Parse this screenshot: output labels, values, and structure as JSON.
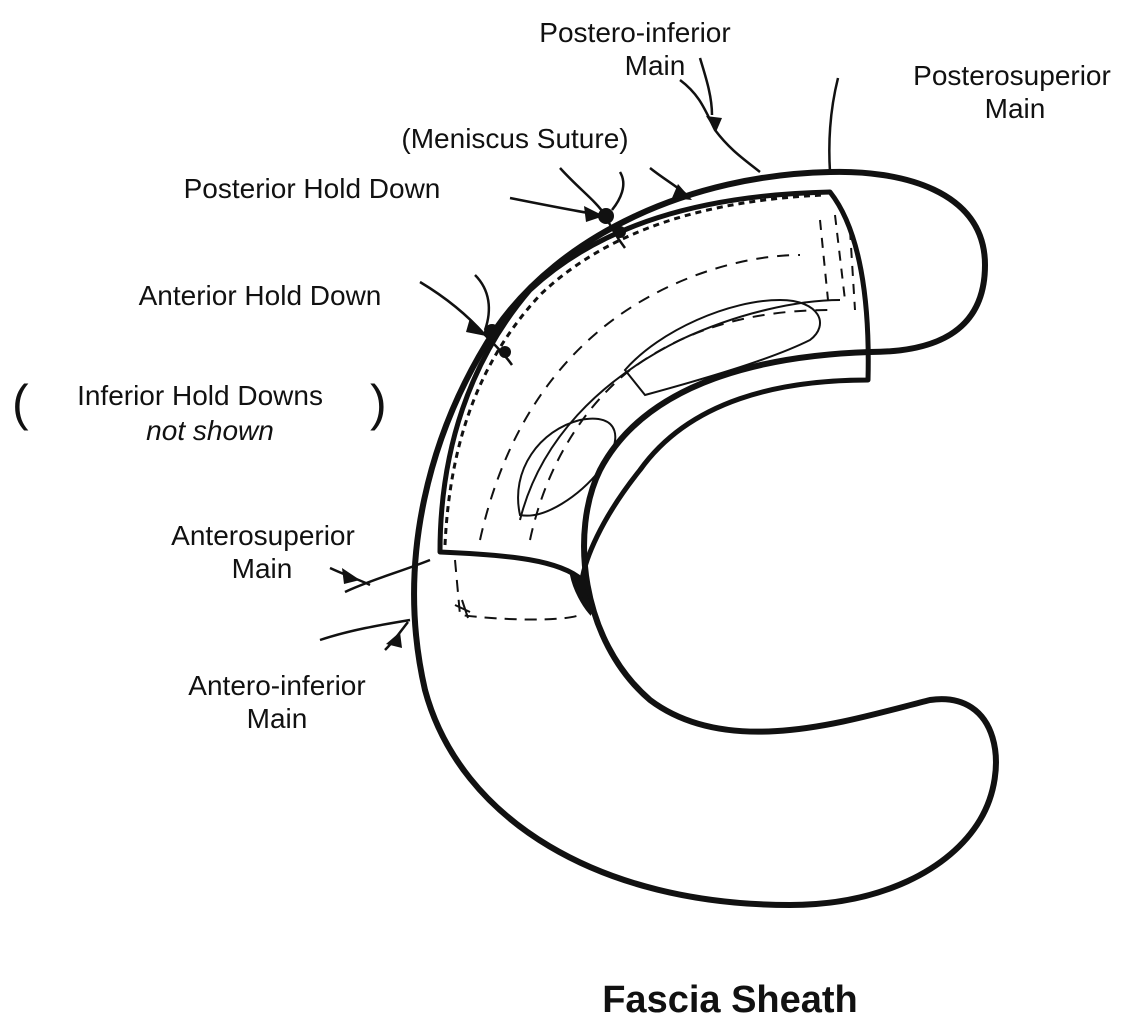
{
  "diagram": {
    "labels": {
      "postero_inferior_main": [
        "Postero-inferior",
        "Main"
      ],
      "posterosuperior_main": [
        "Posterosuperior",
        "Main"
      ],
      "meniscus_suture": "(Meniscus Suture)",
      "posterior_hold_down": "Posterior Hold Down",
      "anterior_hold_down": "Anterior Hold Down",
      "inferior_hold_downs": [
        "Inferior Hold Downs",
        "not shown"
      ],
      "anterosuperior_main": [
        "Anterosuperior",
        "Main"
      ],
      "antero_inferior_main": [
        "Antero-inferior",
        "Main"
      ],
      "fascia_sheath": "Fascia Sheath"
    },
    "colors": {
      "ink": "#111111",
      "background": "#ffffff"
    }
  }
}
